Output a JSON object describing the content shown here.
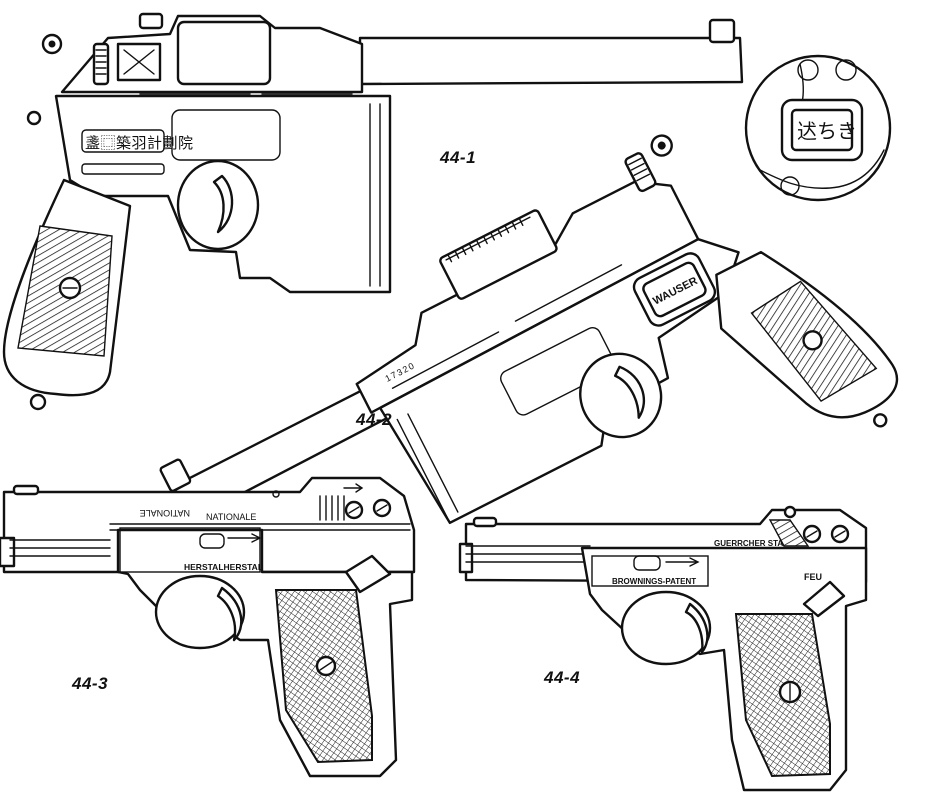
{
  "figures": [
    {
      "label": "44-1"
    },
    {
      "label": "44-2"
    },
    {
      "label": "44-3"
    },
    {
      "label": "44-4"
    }
  ],
  "markings": {
    "serial_44_2": "17320",
    "brand_44_2": "WAUSER",
    "slide_44_3_a": "NATIONALE",
    "slide_44_3_b": "NATIONALE",
    "frame_44_3": "HERSTALHERSTAL",
    "slide_44_4": "GUERRCHER STAL",
    "frame_44_4": "BROWNINGS-PATENT",
    "safety_44_4": "FEU"
  },
  "colors": {
    "ink": "#111111",
    "paper": "#ffffff"
  }
}
